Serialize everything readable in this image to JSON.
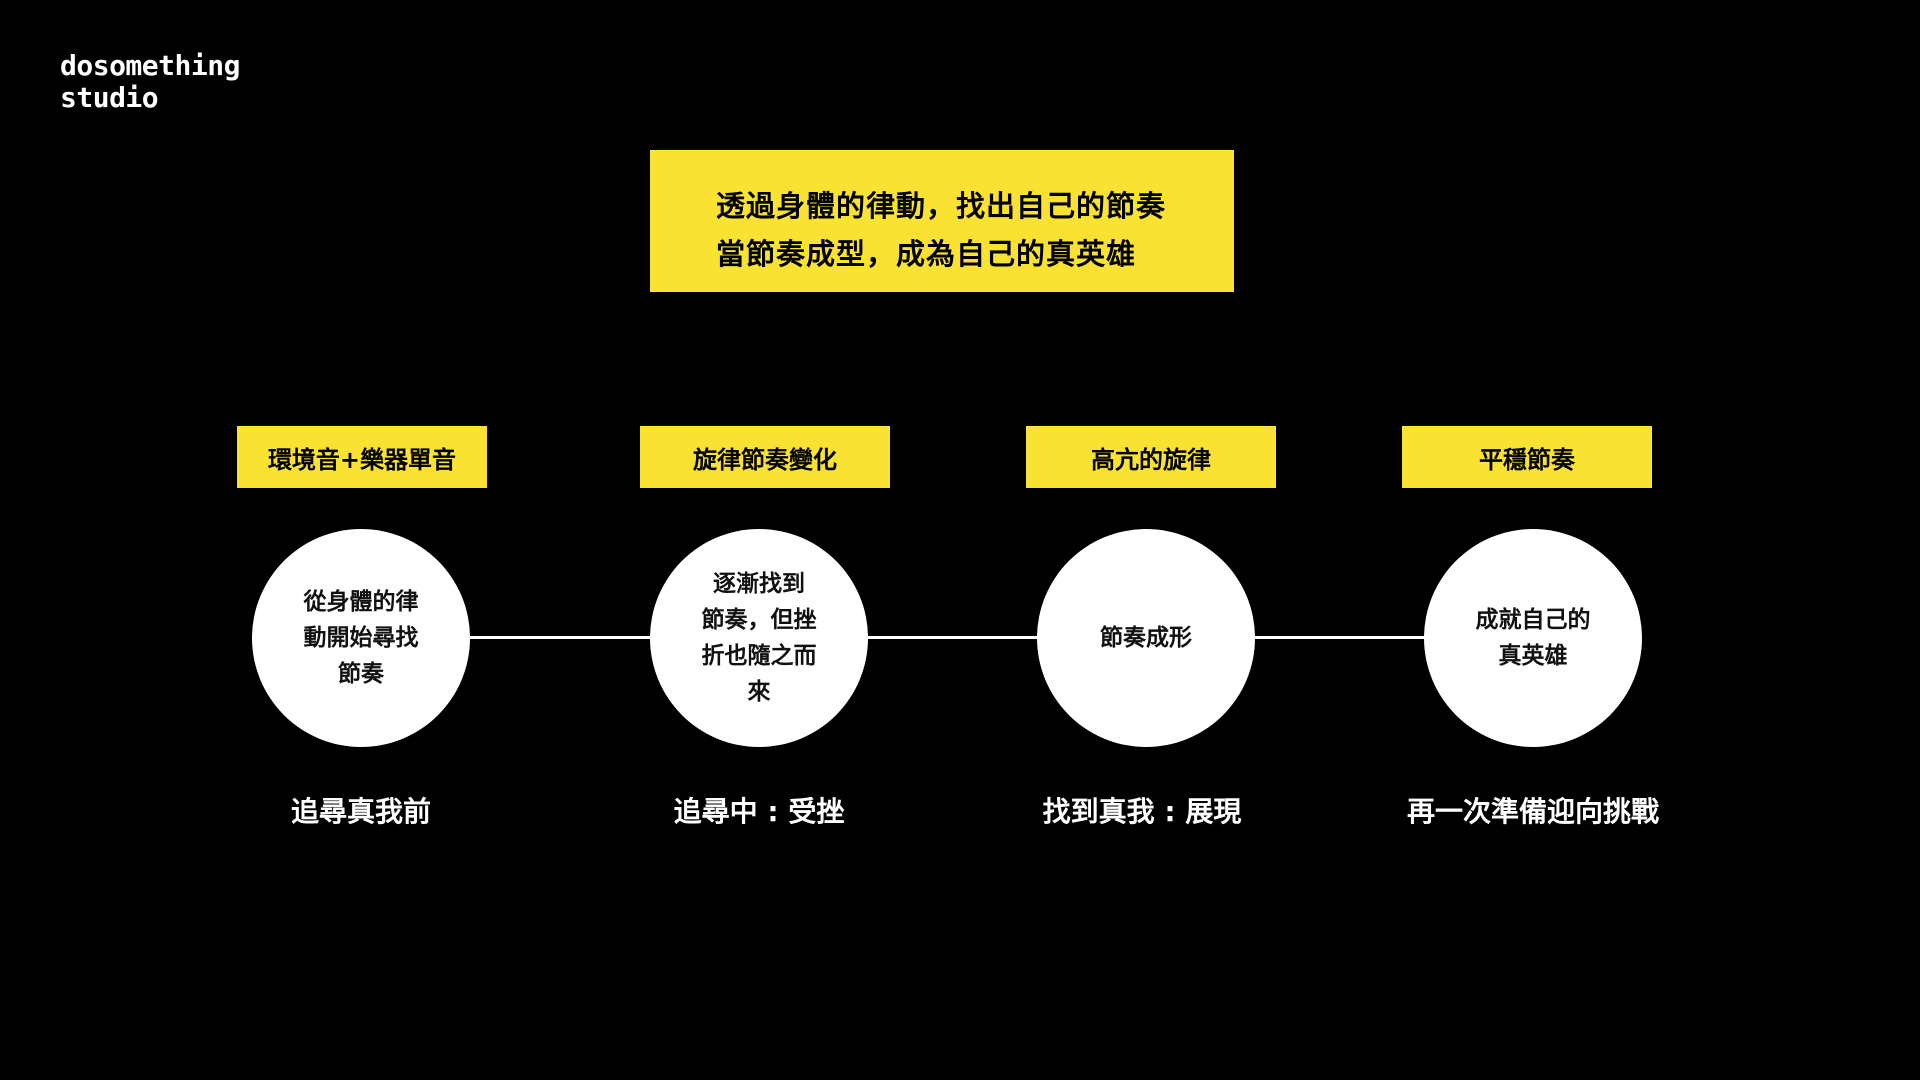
{
  "brand": {
    "line1": "dosomething",
    "line2": "studio"
  },
  "headline": {
    "line1": "透過身體的律動，找出自己的節奏",
    "line2": "當節奏成型，成為自己的真英雄"
  },
  "colors": {
    "background": "#000000",
    "accent": "#f9e231",
    "circle": "#ffffff"
  },
  "stages": [
    {
      "tag": "環境音+樂器單音",
      "circle_lines": [
        "從身體的律",
        "動開始尋找",
        "節奏"
      ],
      "caption": "追尋真我前"
    },
    {
      "tag": "旋律節奏變化",
      "circle_lines": [
        "逐漸找到",
        "節奏，但挫",
        "折也隨之而",
        "來"
      ],
      "caption": "追尋中 : 受挫"
    },
    {
      "tag": "高亢的旋律",
      "circle_lines": [
        "節奏成形"
      ],
      "caption": "找到真我 : 展現"
    },
    {
      "tag": "平穩節奏",
      "circle_lines": [
        "成就自己的",
        "真英雄"
      ],
      "caption": "再一次準備迎向挑戰"
    }
  ]
}
